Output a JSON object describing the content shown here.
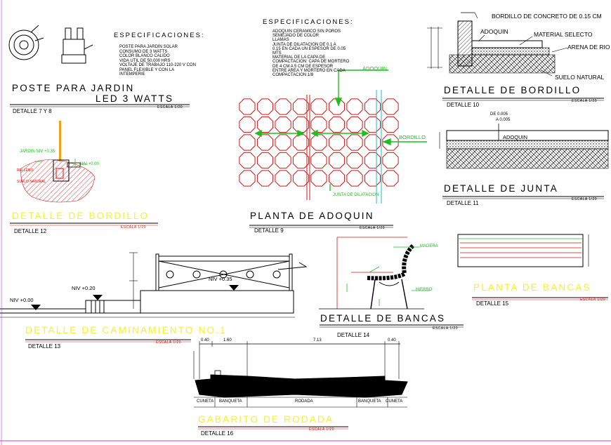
{
  "colors": {
    "line": "#000000",
    "red": "#d21414",
    "green": "#1fbf1f",
    "yellow": "#f2f230",
    "cyan": "#1fb9c9",
    "magenta": "#c83cc8"
  },
  "poste": {
    "title_1": "POSTE PARA JARDIN",
    "title_2": "LED 3 WATTS",
    "detail": "DETALLE 7 Y 8",
    "scale": "ESCALA 1/20",
    "spec_title": "ESPECIFICACIONES:",
    "spec_lines": [
      "POSTE PARA JARDIN SOLAR",
      "CONSUMO DE 3 WATTS",
      "COLOR BLANCO CALIDO",
      "VIDA UTIL DE 50,000 HRS",
      "VOLTAJE DE TRABAJO 110-220 V CON",
      "PANEL FLEXIBLE Y CON LA",
      "INTEMPERIE"
    ]
  },
  "detalle12": {
    "title": "DETALLE DE BORDILLO",
    "detail": "DETALLE 12",
    "scale": "ESCALA 1/20",
    "labels": [
      "JARDIN NIV +0.35",
      "NIV +0.00",
      "RELLENO",
      "SUELO NATURAL"
    ]
  },
  "adoquin": {
    "spec_title": "ESPECIFICACIONES:",
    "spec_lines": [
      "ADOQUIN CERAMICO SIN POROS",
      "SEMEJADO DE COLOR",
      "LLAMAS",
      "JUNTA DE DILATACION DE 0.1 A",
      "0.15 EN CADA UN ESPESOR DE 0.05",
      "MTS",
      "MATERIAL DE LA CAPA DE",
      "COMPACTACION: CAPA DE MORTERO",
      "DE 4 CM A 5 CM DE ESPESOR",
      "ENTRE AREA Y MORTERO EN CADA",
      "COMPACTACION 1/8"
    ],
    "label_adoquin": "ADOQUIN",
    "label_bordillo": "BORDILLO",
    "label_junta": "JUNTA DE DILATACION",
    "title": "PLANTA DE ADOQUIN",
    "detail": "DETALLE 9",
    "scale": "ESCALA 1/20"
  },
  "detalle10": {
    "labels": {
      "bordillo": "BORDILLO DE CONCRETO DE 0.15 CM",
      "adoquin": "ADOQUIN",
      "material": "MATERIAL SELECTO",
      "arena": "ARENA DE RIO",
      "suelo": "SUELO NATURAL"
    },
    "title": "DETALLE DE BORDILLO",
    "detail": "DETALLE 10",
    "scale": "ESCALA 1/20"
  },
  "detalle11": {
    "labels": {
      "junta": "DE 0.005",
      "junta2": "A 0.005",
      "adoquin": "ADOQUIN"
    },
    "title": "DETALLE DE JUNTA",
    "detail": "DETALLE 11",
    "scale": "ESCALA 1/20"
  },
  "caminamiento": {
    "niv_0": "NIV +0.00",
    "niv_020": "NIV +0.20",
    "niv_035": "NIV +0.35",
    "title": "DETALLE DE CAMINAMIENTO NO.1",
    "detail": "DETALLE 13",
    "scale": "ESCALA 1/20"
  },
  "bancas": {
    "madera": "MADERA",
    "hierro": "HIERRO",
    "title": "DETALLE DE BANCAS",
    "detail": "DETALLE 14",
    "scale": "ESCALA 1/20"
  },
  "planta_bancas": {
    "title": "PLANTA DE BANCAS",
    "detail": "DETALLE 15",
    "scale": "ESCALA 1/20"
  },
  "rodada": {
    "dims": [
      "0.40",
      "1.60",
      "7.13",
      "0.40"
    ],
    "sections": [
      "CUNETA",
      "BANQUETA",
      "RODADA",
      "BANQUETA",
      "CUNETA"
    ],
    "title": "GABARITO DE RODADA",
    "detail": "DETALLE 16",
    "scale": "ESCALA 1/20"
  }
}
